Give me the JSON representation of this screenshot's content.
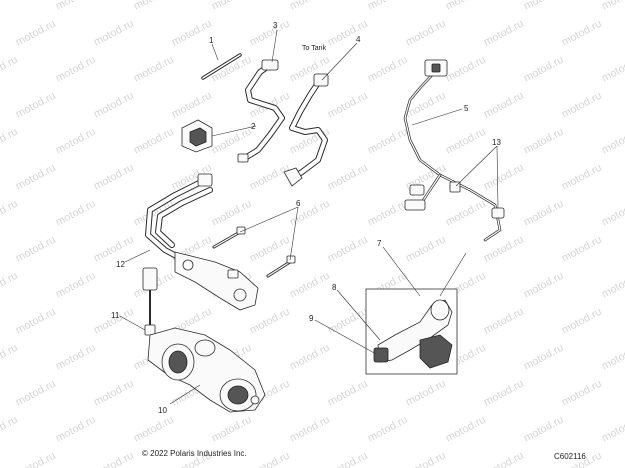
{
  "watermark_text": "motod.ru",
  "callouts": [
    "1",
    "2",
    "3",
    "4",
    "5",
    "6",
    "7",
    "8",
    "9",
    "10",
    "11",
    "12",
    "13"
  ],
  "note": "To Tank",
  "copyright": "© 2022 Polaris Industries Inc.",
  "figure_code": "C602116",
  "colors": {
    "line": "#2a2a2a",
    "watermark": "#d6d6d6",
    "background": "#ffffff"
  }
}
